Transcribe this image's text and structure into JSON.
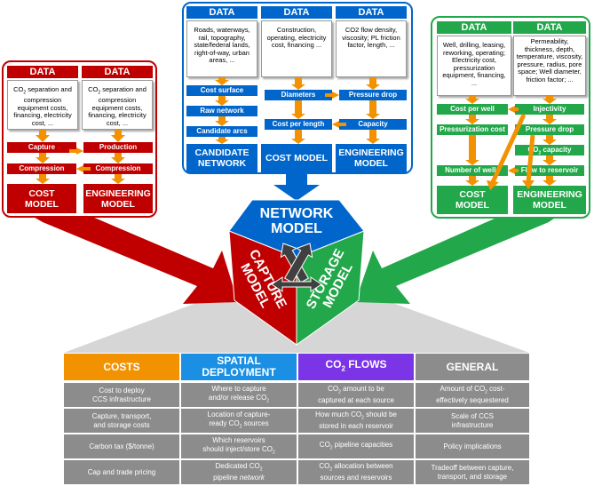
{
  "left_panel": {
    "color": "#c00000",
    "data": [
      {
        "header": "DATA",
        "text_a": "CO",
        "sub": "2",
        "text_b": " separation and compression equipment costs, financing, electricity cost, ..."
      },
      {
        "header": "DATA",
        "text_a": "CO",
        "sub": "2",
        "text_b": " separation and compression equipment costs, financing, electricity cost, ..."
      }
    ],
    "steps": [
      "Capture",
      "Production",
      "Compression",
      "Compression"
    ],
    "models": [
      [
        "COST",
        "MODEL"
      ],
      [
        "ENGINEERING",
        "MODEL"
      ]
    ]
  },
  "center_panel": {
    "color": "#0066cc",
    "data": [
      {
        "header": "DATA",
        "text": "Roads, waterways, rail, topography, state/federal lands, right-of-way, urban areas, ..."
      },
      {
        "header": "DATA",
        "text": "Construction, operating, electricity cost, financing ..."
      },
      {
        "header": "DATA",
        "text": "CO2 flow density, viscosity; PL friction factor, length, ..."
      }
    ],
    "steps": [
      "Cost surface",
      "Raw network",
      "Candidate arcs",
      "Diameters",
      "Pressure drop",
      "Cost per length",
      "Capacity"
    ],
    "models": [
      [
        "CANDIDATE",
        "NETWORK"
      ],
      [
        "COST MODEL"
      ],
      [
        "ENGINEERING",
        "MODEL"
      ]
    ]
  },
  "right_panel": {
    "color": "#22a84a",
    "data": [
      {
        "header": "DATA",
        "text": "Well, drilling, leasing, reworking, operating; Electricity cost, pressurization equipment, financing, ..."
      },
      {
        "header": "DATA",
        "text": "Permeability, thickness, depth, temperature, viscosity, pressure, radius, pore space; Well diameter, friction factor; ..."
      }
    ],
    "steps": [
      "Cost per well",
      "Injectivity",
      "Pressurization cost",
      "Pressure drop",
      "Number of wells",
      "Flow to reservoir"
    ],
    "co2_capacity": {
      "a": "CO",
      "sub": "2",
      "b": " capacity"
    },
    "models": [
      [
        "COST",
        "MODEL"
      ],
      [
        "ENGINEERING",
        "MODEL"
      ]
    ]
  },
  "hub": {
    "network": [
      "NETWORK",
      "MODEL"
    ],
    "capture": [
      "CAPTURE",
      "MODEL"
    ],
    "storage": [
      "STORAGE",
      "MODEL"
    ]
  },
  "table": {
    "headers": [
      {
        "a": "COSTS",
        "sub": "",
        "b": "",
        "color": "#f39200"
      },
      {
        "a": "SPATIAL",
        "sub": "",
        "b": "DEPLOYMENT",
        "color": "#1a8fe3"
      },
      {
        "a": "CO",
        "sub": "2",
        "b": " FLOWS",
        "color": "#7b35e6"
      },
      {
        "a": "GENERAL",
        "sub": "",
        "b": "",
        "color": "#8c8c8c"
      }
    ],
    "rows": [
      [
        {
          "l1": "Cost to deploy",
          "l2": "CCS infrastructure"
        },
        {
          "l1": "Where to capture",
          "l2a": "and/or release CO",
          "l2s": "2",
          "l2b": ""
        },
        {
          "l1a": "CO",
          "l1s": "2",
          "l1b": " amount to be",
          "l2": "captured at each source"
        },
        {
          "l1a": "Amount of CO",
          "l1s": "2",
          "l1b": " cost-",
          "l2": "effectively sequestered"
        }
      ],
      [
        {
          "l1": "Capture, transport,",
          "l2": "and storage costs"
        },
        {
          "l1": "Location of capture-",
          "l2a": "ready CO",
          "l2s": "2",
          "l2b": " sources"
        },
        {
          "l1a": "How much CO",
          "l1s": "2",
          "l1b": " should be",
          "l2": "stored in each reservoir"
        },
        {
          "l1": "Scale of CCS",
          "l2": "infrastructure"
        }
      ],
      [
        {
          "l1": "Carbon tax ($/tonne)",
          "l2": ""
        },
        {
          "l1": "Which reservoirs",
          "l2a": "should inject/store CO",
          "l2s": "2",
          "l2b": ""
        },
        {
          "l1a": "CO",
          "l1s": "2",
          "l1b": " pipeline capacities",
          "l2": ""
        },
        {
          "l1": "Policy implications",
          "l2": ""
        }
      ],
      [
        {
          "l1": "Cap and trade pricing",
          "l2": ""
        },
        {
          "l1a": "Dedicated CO",
          "l1s": "2",
          "l1b": "",
          "l2a": "pipeline ",
          "l2i": "network",
          "l2b": ""
        },
        {
          "l1a": "CO",
          "l1s": "2",
          "l1b": " allocation between",
          "l2": "sources and reservoirs"
        },
        {
          "l1": "Tradeoff between capture,",
          "l2": "transport, and storage"
        }
      ]
    ]
  }
}
